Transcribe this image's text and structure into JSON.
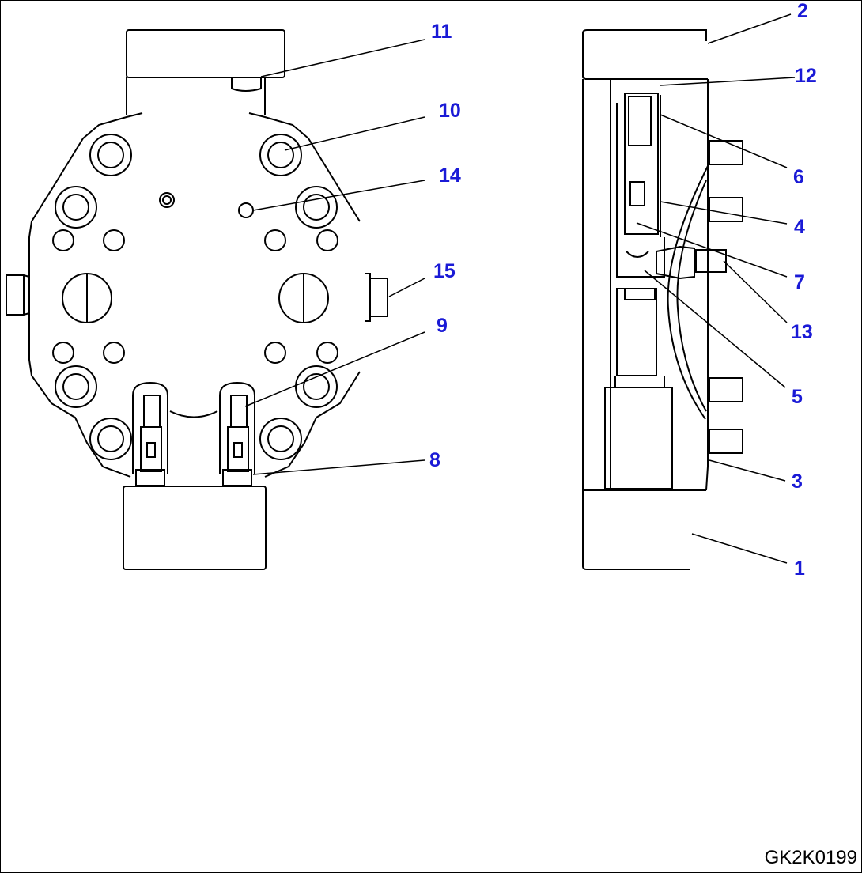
{
  "figure_id": "GK2K0199",
  "colors": {
    "callout": "#1a1ad6",
    "line": "#000000",
    "text": "#000000"
  },
  "callouts": [
    "1",
    "2",
    "3",
    "4",
    "5",
    "6",
    "7",
    "8",
    "9",
    "10",
    "11",
    "12",
    "13",
    "14",
    "15"
  ]
}
